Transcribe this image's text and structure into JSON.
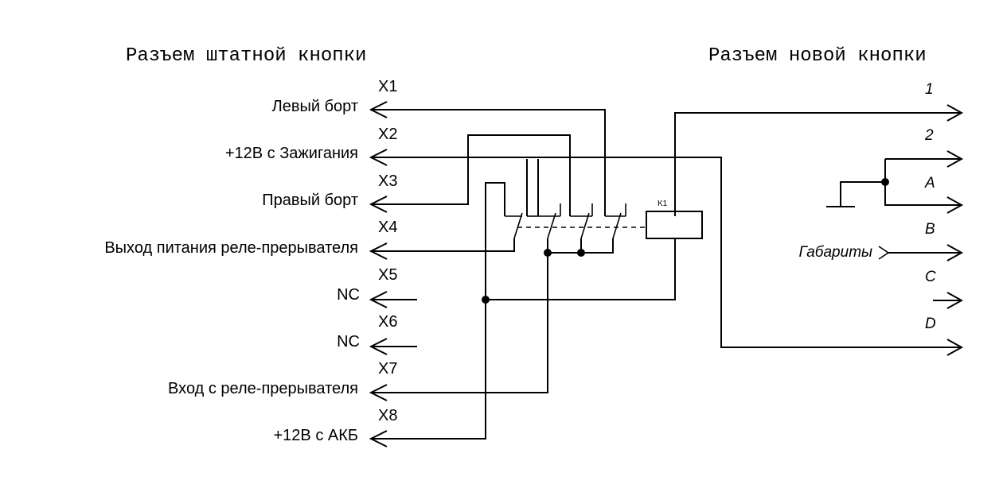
{
  "headings": {
    "left": "Разъем штатной кнопки",
    "right": "Разъем новой кнопки"
  },
  "left_connector": {
    "pins": [
      {
        "pin": "X1",
        "label": "Левый борт"
      },
      {
        "pin": "X2",
        "label": "+12В с Зажигания"
      },
      {
        "pin": "X3",
        "label": "Правый борт"
      },
      {
        "pin": "X4",
        "label": "Выход питания реле-прерывателя"
      },
      {
        "pin": "X5",
        "label": "NC"
      },
      {
        "pin": "X6",
        "label": "NC"
      },
      {
        "pin": "X7",
        "label": "Вход с реле-прерывателя"
      },
      {
        "pin": "X8",
        "label": "+12В с АКБ"
      }
    ]
  },
  "right_connector": {
    "pins": [
      "1",
      "2",
      "A",
      "B",
      "C",
      "D"
    ],
    "gabarity_label": "Габариты"
  },
  "relay": {
    "label": "K1"
  }
}
